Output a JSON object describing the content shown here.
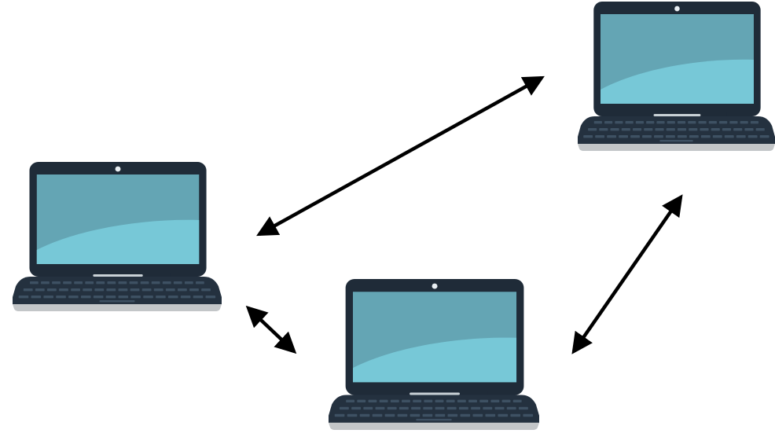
{
  "diagram": {
    "nodes": [
      {
        "id": "laptop-left",
        "icon": "laptop-icon"
      },
      {
        "id": "laptop-top-right",
        "icon": "laptop-icon"
      },
      {
        "id": "laptop-bottom-center",
        "icon": "laptop-icon"
      }
    ],
    "edges": [
      {
        "from": "laptop-left",
        "to": "laptop-top-right",
        "direction": "bidirectional"
      },
      {
        "from": "laptop-left",
        "to": "laptop-bottom-center",
        "direction": "bidirectional"
      },
      {
        "from": "laptop-bottom-center",
        "to": "laptop-top-right",
        "direction": "bidirectional"
      }
    ]
  },
  "colors": {
    "background": "#ffffff",
    "frame": "#1f2b38",
    "screen_dark": "#64a5b4",
    "screen_light": "#77c8d7",
    "keyboard": "#24313f",
    "keys": "#3e5163",
    "base": "#c3c6c8",
    "camera": "#e8eef2",
    "arrow": "#000000"
  }
}
